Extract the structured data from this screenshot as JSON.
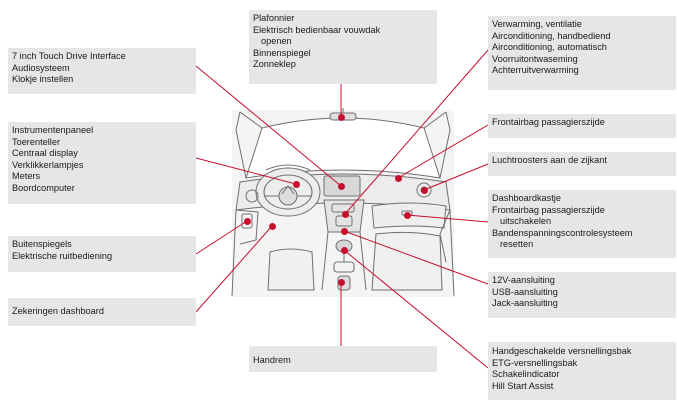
{
  "colors": {
    "box_bg": "#e6e6e6",
    "leader_line": "#c8102e",
    "illustration_stroke": "#6f6f6f"
  },
  "callouts": [
    {
      "id": "ceiling",
      "lines": [
        "Plafonnier",
        "Elektrisch bedienbaar vouwdak",
        "openen",
        "Binnenspiegel",
        "Zonneklep"
      ],
      "indented": [
        2
      ]
    },
    {
      "id": "heating",
      "lines": [
        "Verwarming, ventilatie",
        "Airconditioning, handbediend",
        "Airconditioning, automatisch",
        "Voorruitontwaseming",
        "Achterruitverwarming"
      ],
      "indented": []
    },
    {
      "id": "touch",
      "lines": [
        "7 inch Touch Drive Interface",
        "Audiosysteem",
        "Klokje instellen"
      ],
      "indented": []
    },
    {
      "id": "frontairbag",
      "lines": [
        "Frontairbag passagierszijde"
      ],
      "indented": []
    },
    {
      "id": "instruments",
      "lines": [
        "Instrumentenpaneel",
        "Toerenteller",
        "Centraal display",
        "Verklikkerlampjes",
        "Meters",
        "Boordcomputer"
      ],
      "indented": []
    },
    {
      "id": "vents",
      "lines": [
        "Luchtroosters aan de zijkant"
      ],
      "indented": []
    },
    {
      "id": "glovebox",
      "lines": [
        "Dashboardkastje",
        "Frontairbag passagierszijde",
        "uitschakelen",
        "Bandenspanningscontrolesysteem",
        "resetten"
      ],
      "indented": [
        2,
        4
      ]
    },
    {
      "id": "mirrors",
      "lines": [
        "Buitenspiegels",
        "Elektrische ruitbediening"
      ],
      "indented": []
    },
    {
      "id": "sockets",
      "lines": [
        "12V-aansluiting",
        "USB-aansluiting",
        "Jack-aansluiting"
      ],
      "indented": []
    },
    {
      "id": "fuses",
      "lines": [
        "Zekeringen dashboard"
      ],
      "indented": []
    },
    {
      "id": "handbrake",
      "lines": [
        "Handrem"
      ],
      "indented": []
    },
    {
      "id": "gearbox",
      "lines": [
        "Handgeschakelde versnellingsbak",
        "ETG-versnellingsbak",
        "Schakelindicator",
        "Hill Start Assist"
      ],
      "indented": []
    }
  ]
}
